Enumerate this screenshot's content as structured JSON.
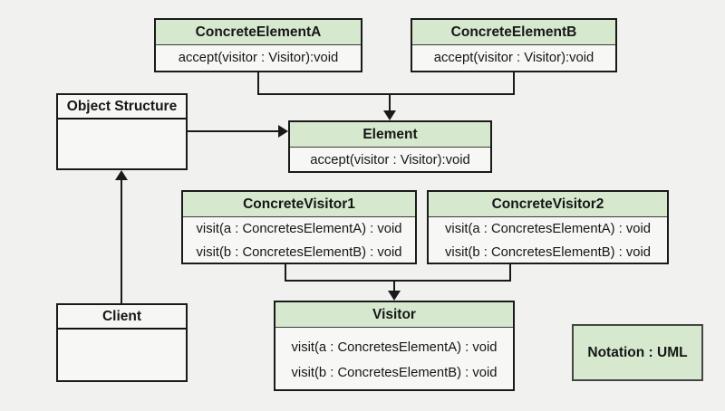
{
  "page": {
    "background": "#f1f1ef",
    "diagram_type": "UML class diagram — Visitor pattern"
  },
  "palette": {
    "header_green": "#d6e9cf",
    "box_body": "#f7f7f5",
    "plain_header": "#f6f6f4",
    "border": "#1a1a1a"
  },
  "boxes": {
    "concrete_element_a": {
      "title": "ConcreteElementA",
      "methods": [
        "accept(visitor : Visitor):void"
      ]
    },
    "concrete_element_b": {
      "title": "ConcreteElementB",
      "methods": [
        "accept(visitor : Visitor):void"
      ]
    },
    "object_structure": {
      "title": "Object Structure",
      "methods": []
    },
    "element": {
      "title": "Element",
      "methods": [
        "accept(visitor : Visitor):void"
      ]
    },
    "concrete_visitor_1": {
      "title": "ConcreteVisitor1",
      "methods": [
        "visit(a : ConcretesElementA) : void",
        "visit(b : ConcretesElementB) : void"
      ]
    },
    "concrete_visitor_2": {
      "title": "ConcreteVisitor2",
      "methods": [
        "visit(a : ConcretesElementA) : void",
        "visit(b : ConcretesElementB) : void"
      ]
    },
    "visitor": {
      "title": "Visitor",
      "methods": [
        "visit(a : ConcretesElementA) : void",
        "visit(b : ConcretesElementB) : void"
      ]
    },
    "client": {
      "title": "Client",
      "methods": []
    }
  },
  "note": {
    "label": "Notation : UML"
  }
}
